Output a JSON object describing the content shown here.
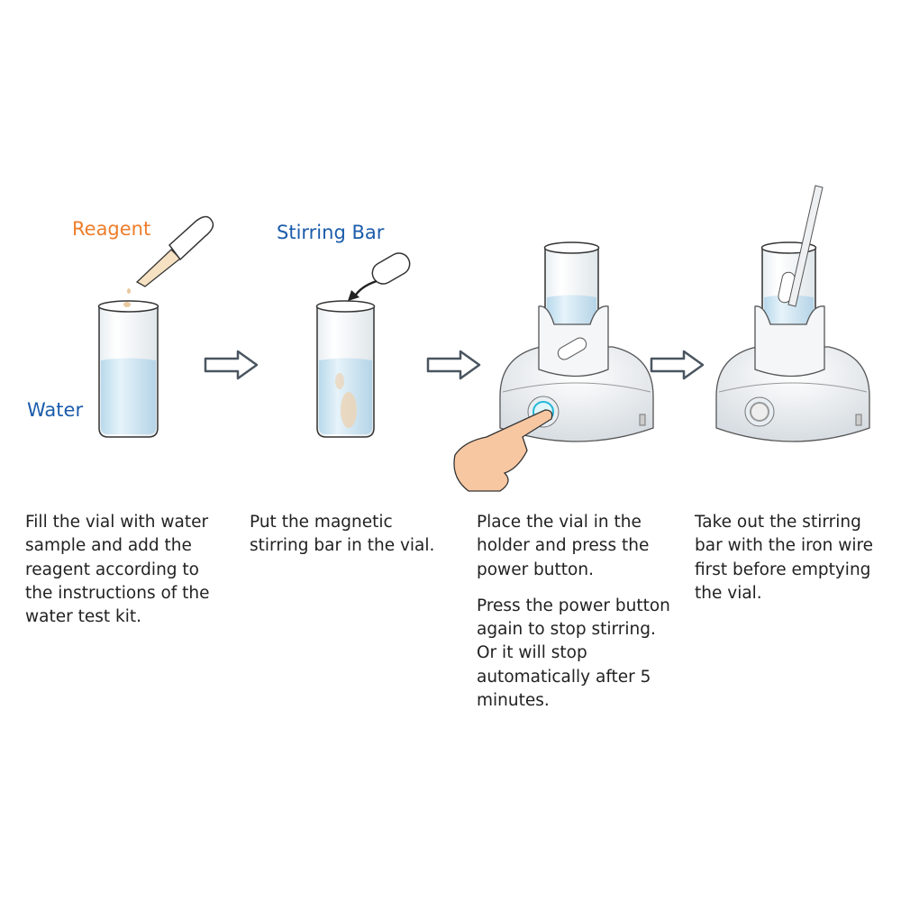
{
  "labels": {
    "reagent": "Reagent",
    "stirring_bar": "Stirring Bar",
    "water": "Water"
  },
  "colors": {
    "reagent": "#ee7d2b",
    "blue_label": "#1b5cab",
    "water": "#cfe6f3",
    "arrow": "#4a5560"
  },
  "steps": [
    {
      "paragraphs": [
        "Fill the vial with water sample and add the reagent according to the instructions of the water test kit."
      ]
    },
    {
      "paragraphs": [
        "Put the magnetic stirring bar in the vial."
      ]
    },
    {
      "paragraphs": [
        "Place the vial in the holder and press the power button.",
        "Press the power button again to stop stirring. Or it will stop automatically after 5 minutes."
      ]
    },
    {
      "paragraphs": [
        "Take out the stirring bar with the iron wire first before emptying the vial."
      ]
    }
  ]
}
